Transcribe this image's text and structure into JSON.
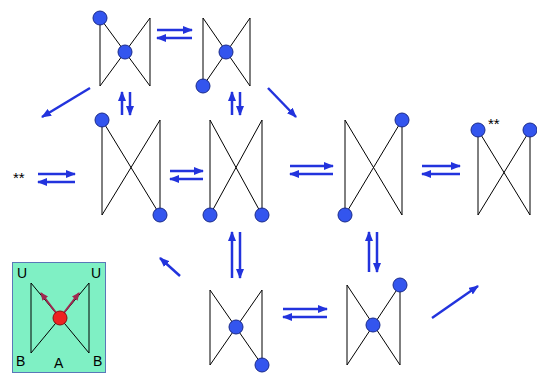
{
  "diagram": {
    "nodes": [
      {
        "text": [
          "U",
          "U",
          "B",
          "A",
          "B"
        ]
      }
    ],
    "labels": [
      "**",
      "**"
    ]
  }
}
